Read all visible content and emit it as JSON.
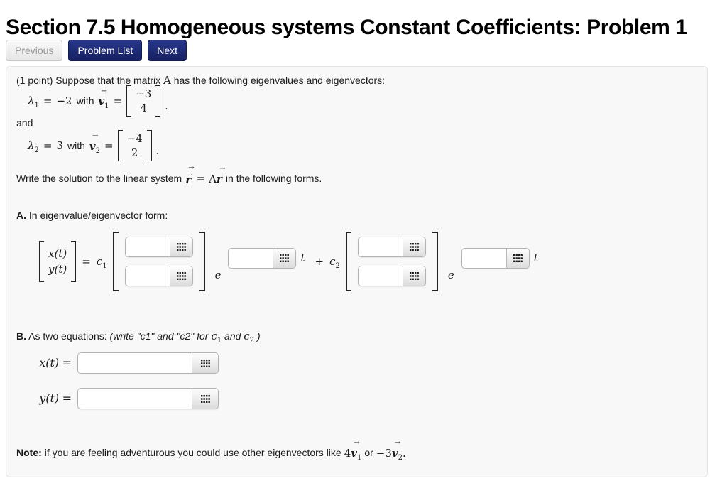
{
  "title": "Section 7.5 Homogeneous systems Constant Coefficients: Problem 1",
  "nav": {
    "previous": "Previous",
    "problem_list": "Problem List",
    "next": "Next"
  },
  "colors": {
    "nav_active_button_bg": "#1b2a7c",
    "nav_disabled_text": "#999999",
    "panel_bg": "#f8f8f8",
    "panel_border": "#e2e2e2"
  },
  "intro": {
    "pre": "(1 point) Suppose that the matrix",
    "A": "A",
    "post": "has the following eigenvalues and eigenvectors:"
  },
  "eigen1": {
    "lambda": "λ",
    "lsub": "1",
    "eq1": "=",
    "val": "−2",
    "with": "with",
    "v": "v",
    "arrow": "→",
    "vsub": "1",
    "eq2": "=",
    "m_top": "−3",
    "m_bottom": "4",
    "period": "."
  },
  "and_text": "and",
  "eigen2": {
    "lambda": "λ",
    "lsub": "2",
    "eq1": "=",
    "val": "3",
    "with": "with",
    "v": "v",
    "arrow": "→",
    "vsub": "2",
    "eq2": "=",
    "m_top": "−4",
    "m_bottom": "2",
    "period": "."
  },
  "write": {
    "pre": "Write the solution to the linear system",
    "r": "r",
    "arrow": "→",
    "prime": "′",
    "eq": "=",
    "A": "A",
    "post": "in the following forms."
  },
  "partA": {
    "label": "A.",
    "text": "In eigenvalue/eigenvector form:"
  },
  "partB": {
    "label": "B.",
    "text": "As two equations:",
    "note_pre": "(write \"c1\" and \"c2\" for",
    "c": "c",
    "c1sub": "1",
    "and": "and",
    "c2sub": "2",
    "note_close": ")"
  },
  "eq": {
    "xt": "x(t)",
    "yt": "y(t)",
    "equals": "=",
    "c": "c",
    "c1sub": "1",
    "c2sub": "2",
    "e": "e",
    "t": "t",
    "plus": "+"
  },
  "rowx": {
    "label": "x(t)",
    "eq": "="
  },
  "rowy": {
    "label": "y(t)",
    "eq": "="
  },
  "note": {
    "label": "Note:",
    "text": "if you are feeling adventurous you could use other eigenvectors like",
    "coef1": "4",
    "v": "v",
    "arrow": "→",
    "v1sub": "1",
    "or": "or",
    "coef2": "−3",
    "v2sub": "2",
    "period": "."
  },
  "inputs": {
    "a_v1_top": "",
    "a_v1_bottom": "",
    "a_exp1": "",
    "a_v2_top": "",
    "a_v2_bottom": "",
    "a_exp2": "",
    "b_x": "",
    "b_y": ""
  }
}
